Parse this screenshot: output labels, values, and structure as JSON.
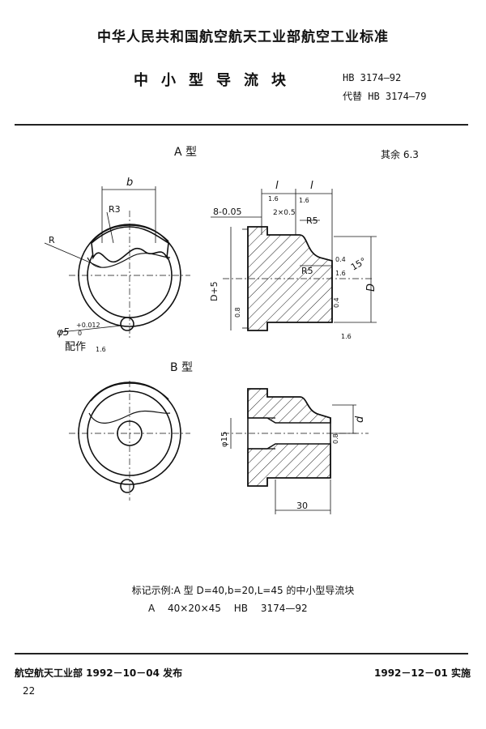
{
  "header": {
    "organization": "中华人民共和国航空航天工业部航空工业标准",
    "title": "中小型导流块",
    "standard_code": "HB 3174—92",
    "replaces": "代替 HB 3174—79"
  },
  "drawing": {
    "type_a_label": "A 型",
    "type_b_label": "B 型",
    "remaining_roughness": "其余 6.3",
    "dims": {
      "b": "b",
      "r3": "R3",
      "r": "R",
      "hole": "φ5",
      "hole_tol": "+0.012",
      "hole_tol_low": "0",
      "fit_note": "配作",
      "fit_rough": "1.6",
      "l1": "l",
      "l2": "l",
      "chamfer_tol": "8-0.05",
      "groove": "2×0.5",
      "r5_top": "R5",
      "r5_mid": "R5",
      "d_plus_5": "D+5",
      "d": "D",
      "angle": "15°",
      "r_top1": "1.6",
      "r_top2": "1.6",
      "r_side1": "0.4",
      "r_side2": "1.6",
      "r_side3": "0.4",
      "r_left": "0.8",
      "r_bottom": "1.6",
      "phi15": "φ15",
      "d_small": "d",
      "r_b": "0.8",
      "len30": "30"
    }
  },
  "example": {
    "line1": "标记示例:A 型 D=40,b=20,L=45 的中小型导流块",
    "line2": "A 40×20×45    HB 3174—92"
  },
  "footer": {
    "issuer": "航空航天工业部 1992－10－04 发布",
    "effective": "1992－12－01 实施",
    "page": "22"
  }
}
